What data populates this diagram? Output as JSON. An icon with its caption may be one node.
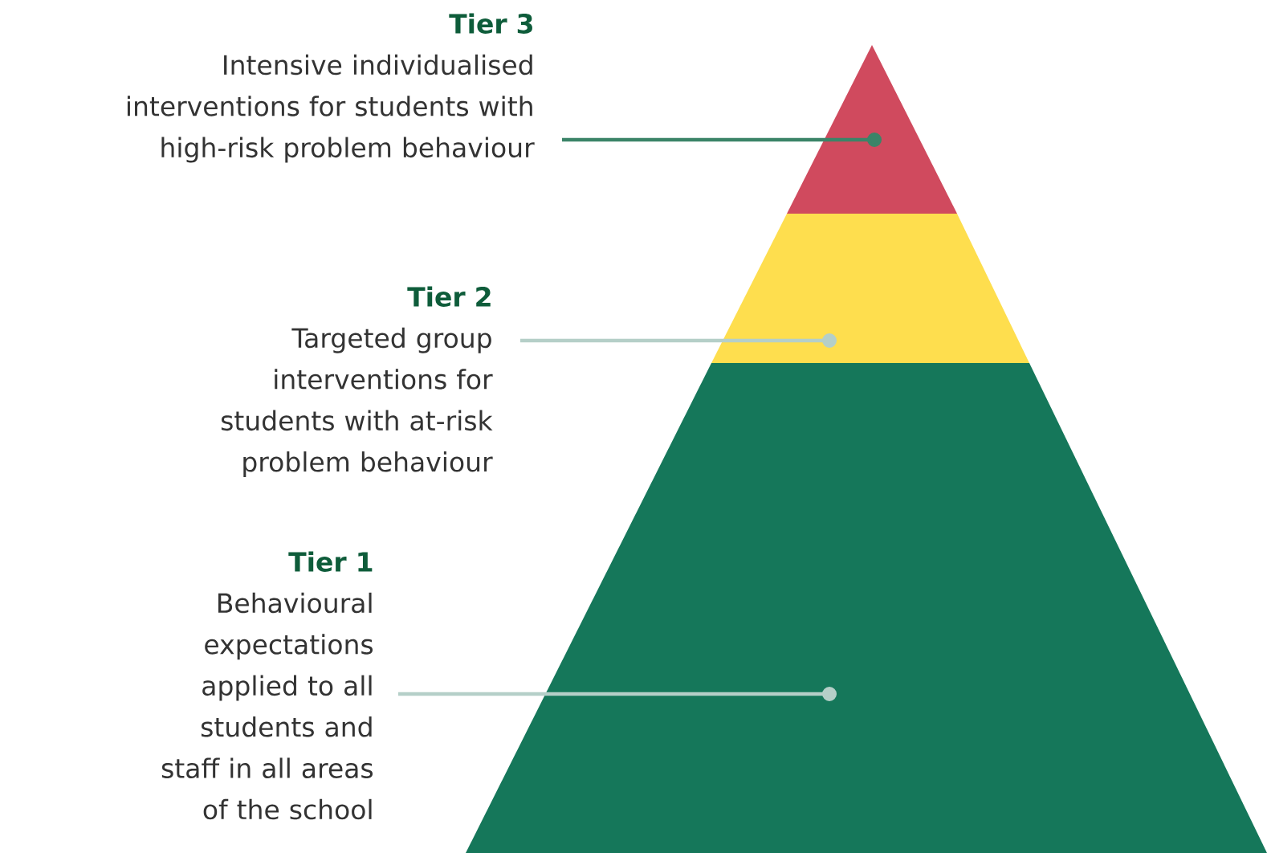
{
  "diagram": {
    "nodes": [
      {
        "text": [
          "Tier 3",
          "Intensive individualised interventions for students with high-risk problem behaviour"
        ]
      },
      {
        "text": [
          "Tier 2",
          "Targeted group interventions for students with at-risk problem behaviour"
        ]
      },
      {
        "text": [
          "Tier 1",
          "Behavioural expectations applied to all students and staff in all areas of the school"
        ]
      },
      {
        "text": [],
        "shape": "triangle"
      },
      {
        "text": [],
        "shape": "trapezium"
      },
      {
        "text": [],
        "shape": "trapezium"
      }
    ],
    "edges": [
      {
        "from": 0,
        "to": 3,
        "arrow": "other",
        "color": "#3b8468"
      },
      {
        "from": 1,
        "to": 4,
        "arrow": "other"
      },
      {
        "from": 2,
        "to": 5,
        "arrow": "other"
      }
    ]
  }
}
